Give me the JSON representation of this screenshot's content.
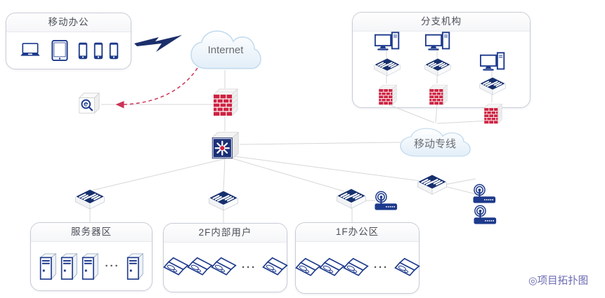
{
  "caption": "◎项目拓扑图",
  "ellipsis": "···",
  "clouds": {
    "internet": {
      "label": "Internet"
    },
    "mpls": {
      "label": "移动专线"
    }
  },
  "groups": {
    "mobile_office": {
      "label": "移动办公",
      "devices": [
        "laptop",
        "tablet",
        "phone",
        "phone",
        "phone"
      ]
    },
    "branch": {
      "label": "分支机构",
      "columns": [
        [
          "desktop-pc",
          "switch",
          "firewall"
        ],
        [
          "desktop-pc",
          "switch",
          "firewall"
        ],
        [
          "desktop-pc",
          "switch",
          "firewall"
        ]
      ]
    },
    "server_area": {
      "label": "服务器区",
      "devices": [
        "server",
        "server",
        "server",
        "server"
      ]
    },
    "floor2": {
      "label": "2F内部用户",
      "devices": [
        "laptop",
        "laptop",
        "laptop",
        "laptop"
      ]
    },
    "floor1": {
      "label": "1F办公区",
      "devices": [
        "laptop",
        "laptop",
        "laptop",
        "laptop"
      ]
    }
  },
  "core_nodes": [
    "internet-cloud",
    "firewall",
    "core-switch",
    "audit-device",
    "mpls-cloud"
  ],
  "access_nodes": {
    "switches": 4,
    "wireless_aps": 3
  },
  "colors": {
    "device_navy": "#1d3a8c",
    "core_navy": "#1b2f77",
    "firewall_red": "#ce2342",
    "line_gray": "#d7d7d7",
    "dashed_arrow_red": "#cb3457",
    "cloud_border": "#c3dbee",
    "caption_purple": "#6a6ab2",
    "label_text": "#4b4f58"
  }
}
